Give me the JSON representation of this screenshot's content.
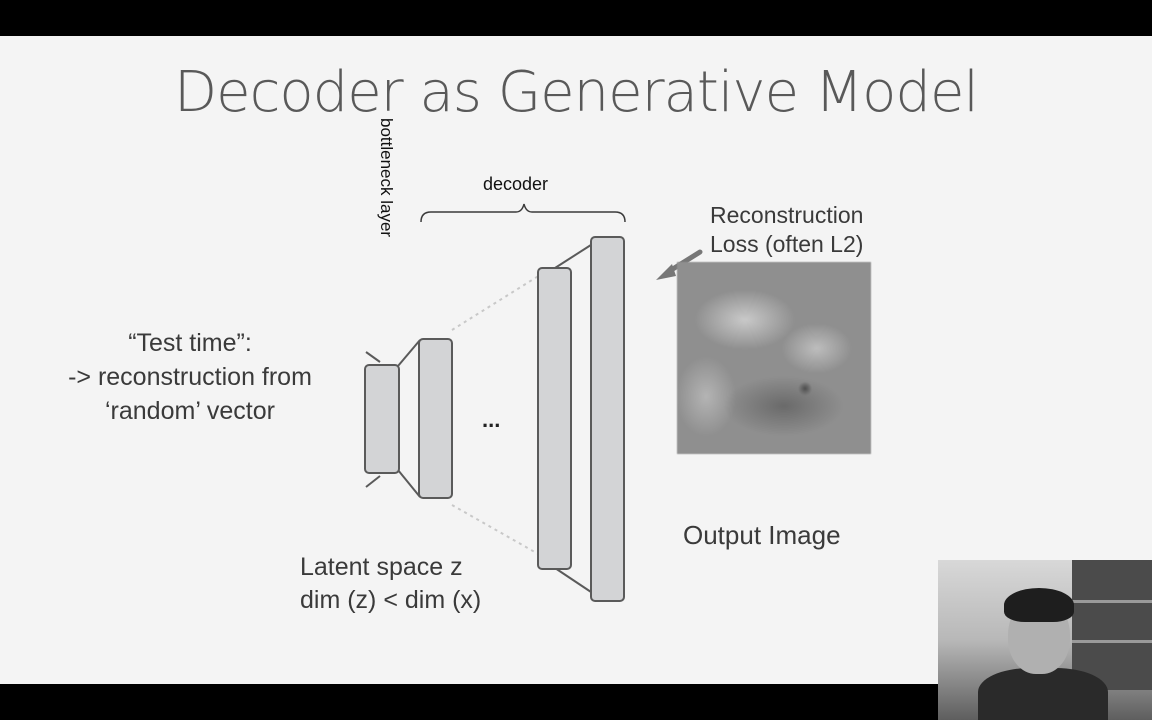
{
  "slide": {
    "title": "Decoder as Generative Model"
  },
  "diagram": {
    "bottleneck_label": "bottleneck layer",
    "decoder_label": "decoder",
    "ellipsis": "...",
    "loss_label_line1": "Reconstruction",
    "loss_label_line2": "Loss (often L2)",
    "output_caption": "Output Image",
    "latent_line1": "Latent space z",
    "latent_line2": "dim (z) < dim (x)",
    "test_time_line1": "“Test time”:",
    "test_time_line2": "-> reconstruction from",
    "test_time_line3": "‘random’ vector"
  },
  "colors": {
    "slide_background": "#f4f4f4",
    "layer_fill": "#d3d4d6",
    "layer_stroke": "#5a5a5a",
    "text": "#3a3a3a",
    "frame": "#000000"
  }
}
